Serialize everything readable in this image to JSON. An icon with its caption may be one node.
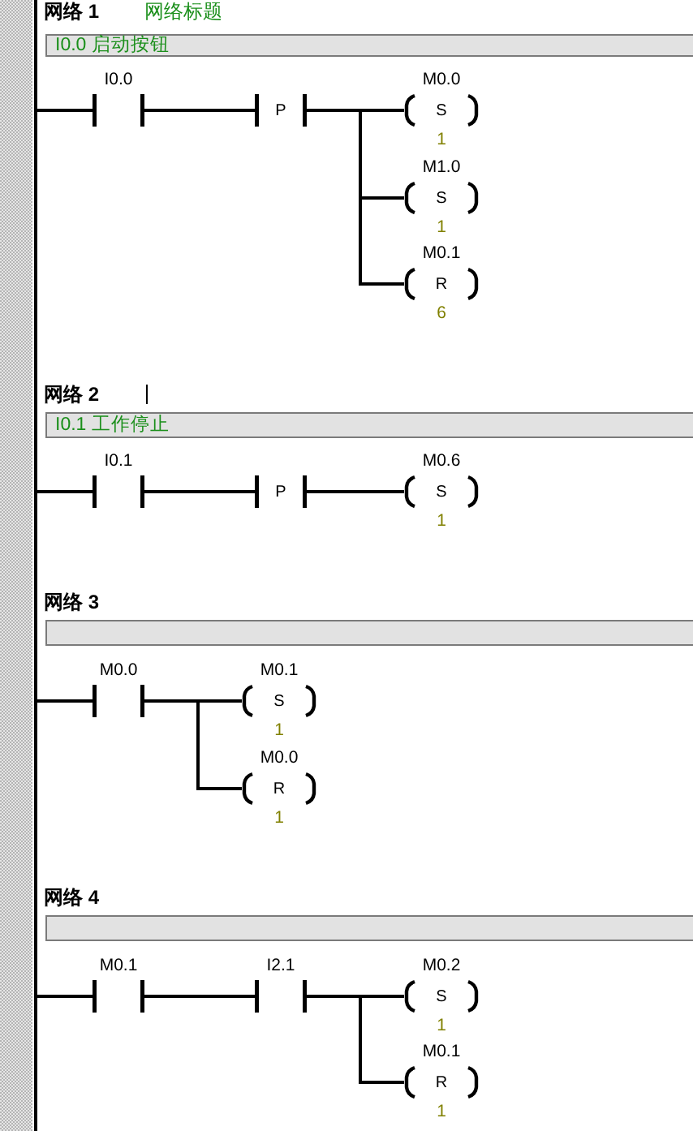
{
  "diagram": {
    "nodes": [
      {
        "text": [],
        "shape": "line"
      },
      {
        "text": [
          "I0.0 启动按钮"
        ]
      },
      {
        "text": [
          "I0.0"
        ]
      },
      {
        "text": [
          "P"
        ]
      },
      {
        "text": [
          "M0.0",
          "S",
          "1"
        ]
      },
      {
        "text": [
          "M1.0",
          "S",
          "1"
        ]
      },
      {
        "text": [
          "M0.1",
          "R",
          "6"
        ]
      },
      {
        "text": [
          "I0.1 工作停止"
        ]
      },
      {
        "text": [
          "I0.1"
        ]
      },
      {
        "text": [
          "P"
        ]
      },
      {
        "text": [
          "M0.6",
          "S",
          "1"
        ]
      },
      {
        "text": [],
        "shape": "bar"
      },
      {
        "text": [
          "M0.0"
        ]
      },
      {
        "text": [
          "M0.1",
          "S",
          "1"
        ]
      },
      {
        "text": [
          "M0.0",
          "R",
          "1"
        ]
      },
      {
        "text": [],
        "shape": "bar"
      },
      {
        "text": [
          "M0.1"
        ]
      },
      {
        "text": [
          "I2.1"
        ]
      },
      {
        "text": [
          "M0.2",
          "S",
          "1"
        ]
      },
      {
        "text": [
          "M0.1",
          "R",
          "1"
        ]
      }
    ],
    "edges": [
      {
        "from": 0,
        "to": 2,
        "arrow": "none"
      },
      {
        "from": 2,
        "to": 3,
        "arrow": "none"
      },
      {
        "from": 3,
        "to": 4,
        "arrow": "none"
      },
      {
        "from": 3,
        "to": 5,
        "arrow": "none"
      },
      {
        "from": 3,
        "to": 6,
        "arrow": "none"
      },
      {
        "from": 0,
        "to": 8,
        "arrow": "none"
      },
      {
        "from": 8,
        "to": 9,
        "arrow": "none"
      },
      {
        "from": 9,
        "to": 10,
        "arrow": "none"
      },
      {
        "from": 0,
        "to": 12,
        "arrow": "none"
      },
      {
        "from": 12,
        "to": 13,
        "arrow": "none"
      },
      {
        "from": 12,
        "to": 14,
        "arrow": "none"
      },
      {
        "from": 0,
        "to": 16,
        "arrow": "none"
      },
      {
        "from": 16,
        "to": 17,
        "arrow": "none"
      },
      {
        "from": 17,
        "to": 18,
        "arrow": "none"
      },
      {
        "from": 17,
        "to": 19,
        "arrow": "none"
      }
    ],
    "labels": [
      "网络 1",
      "网络标题",
      "网络 2",
      "网络 3",
      "网络 4"
    ]
  }
}
